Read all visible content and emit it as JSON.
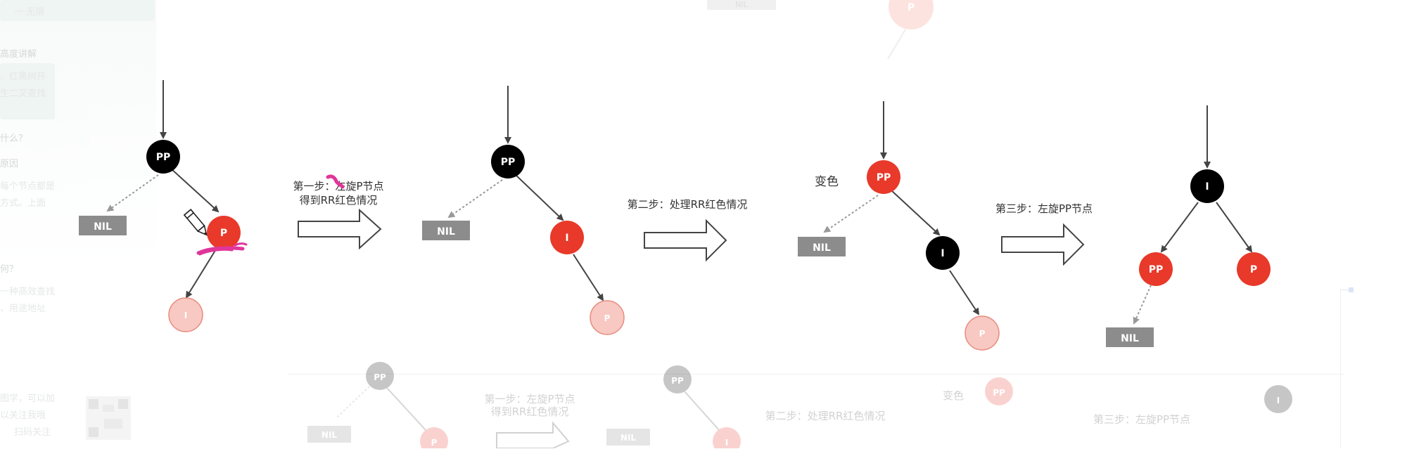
{
  "diagram": {
    "label_style": {
      "node_text_color": "#ffffff",
      "step_text_color": "#333333"
    },
    "colors": {
      "black_node": "#000000",
      "red_node": "#e8392a",
      "light_node_fill": "#f7c9c2",
      "light_node_stroke": "#e88b7f",
      "nil_fill": "#8c8c8c",
      "edge": "#444444",
      "dotted_edge": "#999999",
      "annotation": "#e0359a"
    },
    "nodes": [
      {
        "id": "d1-pp",
        "label": "PP",
        "kind": "black"
      },
      {
        "id": "d1-p",
        "label": "P",
        "kind": "red"
      },
      {
        "id": "d1-i",
        "label": "I",
        "kind": "light"
      },
      {
        "id": "d1-nil",
        "label": "NIL",
        "kind": "nil"
      },
      {
        "id": "d2-pp",
        "label": "PP",
        "kind": "black"
      },
      {
        "id": "d2-i",
        "label": "I",
        "kind": "red"
      },
      {
        "id": "d2-p",
        "label": "P",
        "kind": "light"
      },
      {
        "id": "d2-nil",
        "label": "NIL",
        "kind": "nil"
      },
      {
        "id": "d3-pp",
        "label": "PP",
        "kind": "red"
      },
      {
        "id": "d3-i",
        "label": "I",
        "kind": "black"
      },
      {
        "id": "d3-p",
        "label": "P",
        "kind": "light"
      },
      {
        "id": "d3-nil",
        "label": "NIL",
        "kind": "nil"
      },
      {
        "id": "d4-i",
        "label": "I",
        "kind": "black"
      },
      {
        "id": "d4-pp",
        "label": "PP",
        "kind": "red"
      },
      {
        "id": "d4-p",
        "label": "P",
        "kind": "red"
      },
      {
        "id": "d4-nil",
        "label": "NIL",
        "kind": "nil"
      }
    ],
    "steps": [
      {
        "id": "step1",
        "lines": [
          "第一步：左旋P节点",
          "得到RR红色情况"
        ]
      },
      {
        "id": "step2",
        "lines": [
          "第二步：处理RR红色情况"
        ]
      },
      {
        "id": "step3",
        "lines": [
          "第三步：左旋PP节点"
        ]
      }
    ],
    "recolor_label": "变色"
  },
  "background": {
    "left_snippets": [
      "一 无限",
      "高度讲解",
      "、红黑树开",
      "生二叉查找",
      "什么？",
      "原因",
      "每个节点都是",
      "方式。上面",
      "何？",
      "一种高效查找",
      "、用途地址",
      "图学，可以加",
      "以关注我哦",
      "扫码关注"
    ],
    "bottom_steps": [
      "第一步：左旋P节点",
      "得到RR红色情况",
      "第二步：处理RR红色情况",
      "变色",
      "第三步：左旋PP节点"
    ],
    "bottom_nodes": [
      "PP",
      "P",
      "NIL",
      "PP",
      "I",
      "NIL",
      "PP",
      "I"
    ],
    "top_nodes": [
      "P"
    ],
    "top_nil": "NIL"
  }
}
